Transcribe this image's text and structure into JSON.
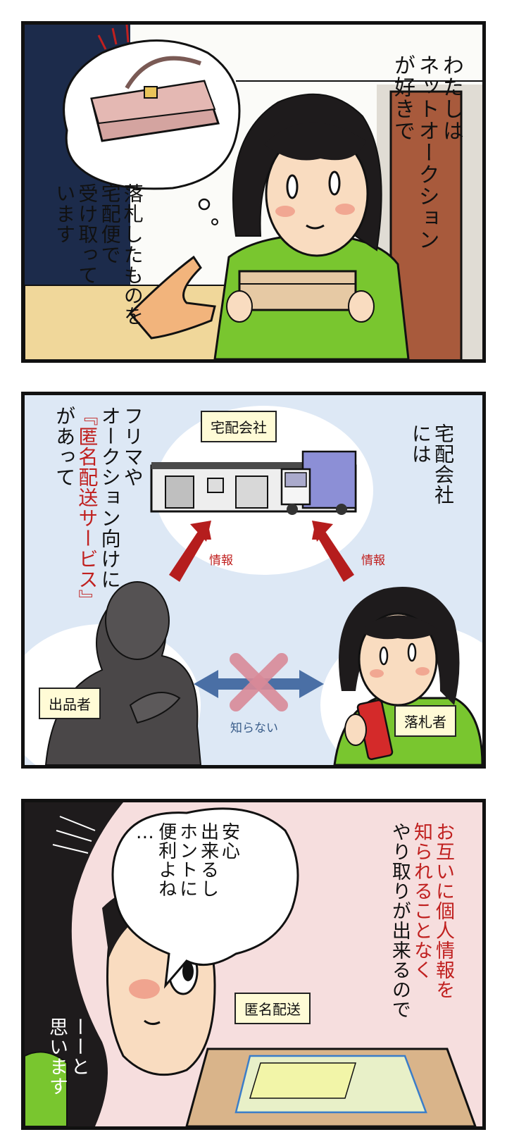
{
  "panel1": {
    "narration": [
      "わたしは",
      "ネットオークション",
      "が好きで"
    ],
    "speech": [
      "落札したものを",
      "宅配便で",
      "受け取って",
      "います"
    ]
  },
  "panel2": {
    "narration_right": [
      "宅配会社",
      "には"
    ],
    "narration_left": [
      "フリマや",
      "オークション向けに",
      "『匿名配送サービス』",
      "があって"
    ],
    "company_label": "宅配会社",
    "info_left": "情報",
    "info_right": "情報",
    "seller_label": "出品者",
    "buyer_label": "落札者",
    "unknown_label": "知らない"
  },
  "panel3": {
    "narration": [
      "お互いに個人情報を",
      "知られることなく",
      "やり取りが出来るので"
    ],
    "bubble": [
      "安心",
      "出来るし",
      "ホントに",
      "便利よね",
      "…"
    ],
    "package_label": "匿名配送",
    "thought": [
      "ーーと",
      "思います"
    ]
  },
  "colors": {
    "outline": "#111111",
    "shirt_green": "#79c62f",
    "label_yellow": "#fffbd6",
    "arrow_red": "#b51d1d",
    "arrow_blue": "#4a6fa5",
    "panel2_bg": "#dde8f5",
    "panel3_bg": "#f6dede",
    "text_red": "#c0201f"
  },
  "icons": [
    "handbag-icon",
    "truck-icon",
    "cross-icon",
    "smartphone-icon"
  ]
}
